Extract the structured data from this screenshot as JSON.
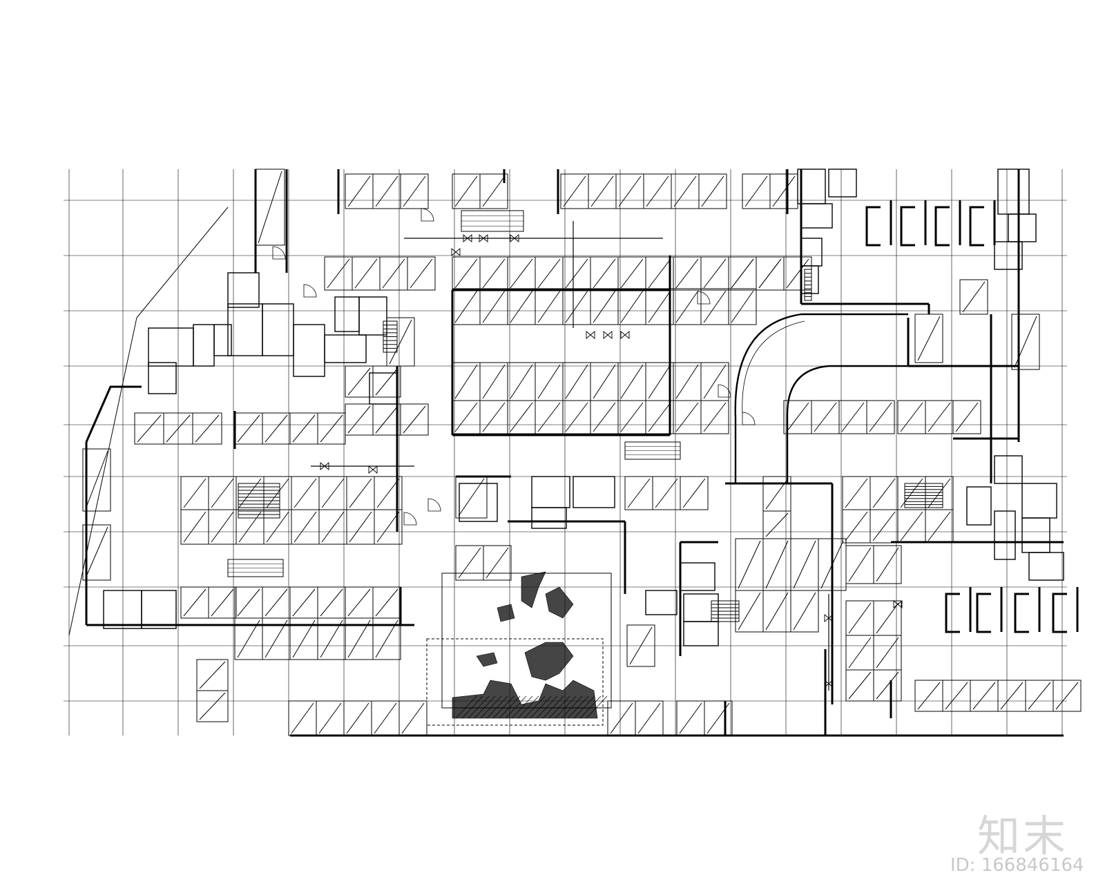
{
  "drawing": {
    "type": "basement parking floor plan (CAD)",
    "colors": {
      "line": "#000000",
      "background": "#ffffff",
      "watermark": "#d0d0d0"
    }
  },
  "watermark": {
    "logo_text": "知末",
    "id_text": "ID: 166846164"
  }
}
